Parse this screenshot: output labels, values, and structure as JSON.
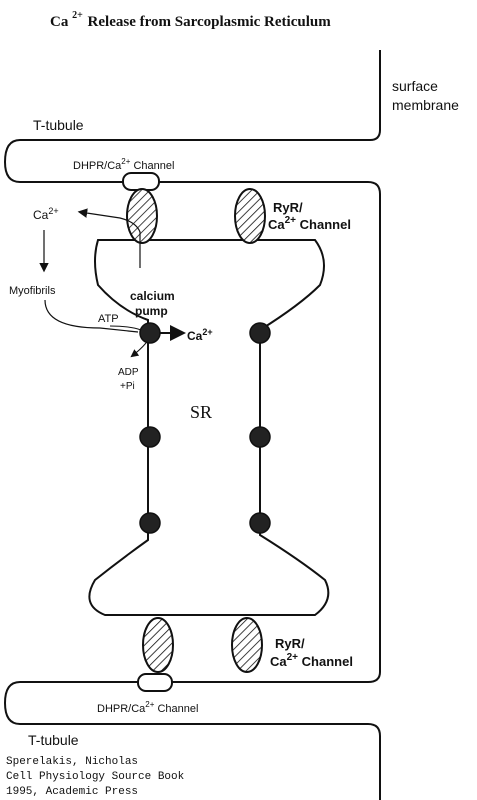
{
  "title": {
    "prefix": "Ca",
    "superscript": "2+",
    "rest": "Release from Sarcoplasmic Reticulum"
  },
  "labels": {
    "surface_membrane_line1": "surface",
    "surface_membrane_line2": "membrane",
    "t_tubule_top": "T-tubule",
    "t_tubule_bottom": "T-tubule",
    "dhpr_top_a": "DHPR/Ca",
    "dhpr_top_sup": "2+",
    "dhpr_top_b": " Channel",
    "dhpr_bottom_a": "DHPR/Ca",
    "dhpr_bottom_sup": "2+",
    "dhpr_bottom_b": " Channel",
    "ryr_top_line1": "RyR/",
    "ryr_top_line2_a": "Ca",
    "ryr_top_line2_sup": "2+",
    "ryr_top_line2_b": " Channel",
    "ryr_bottom_line1": "RyR/",
    "ryr_bottom_line2_a": "Ca",
    "ryr_bottom_line2_sup": "2+",
    "ryr_bottom_line2_b": " Channel",
    "ca_released_a": "Ca",
    "ca_released_sup": "2+",
    "myofibrils": "Myofibrils",
    "calcium_pump_line1": "calcium",
    "calcium_pump_line2": "pump",
    "atp": "ATP",
    "ca_pumped_a": "Ca",
    "ca_pumped_sup": "2+",
    "adp_line1": "ADP",
    "adp_line2": "+Pi",
    "sr": "SR"
  },
  "citation": {
    "line1": "Sperelakis, Nicholas",
    "line2": "Cell Physiology Source Book",
    "line3": "1995, Academic Press"
  }
}
